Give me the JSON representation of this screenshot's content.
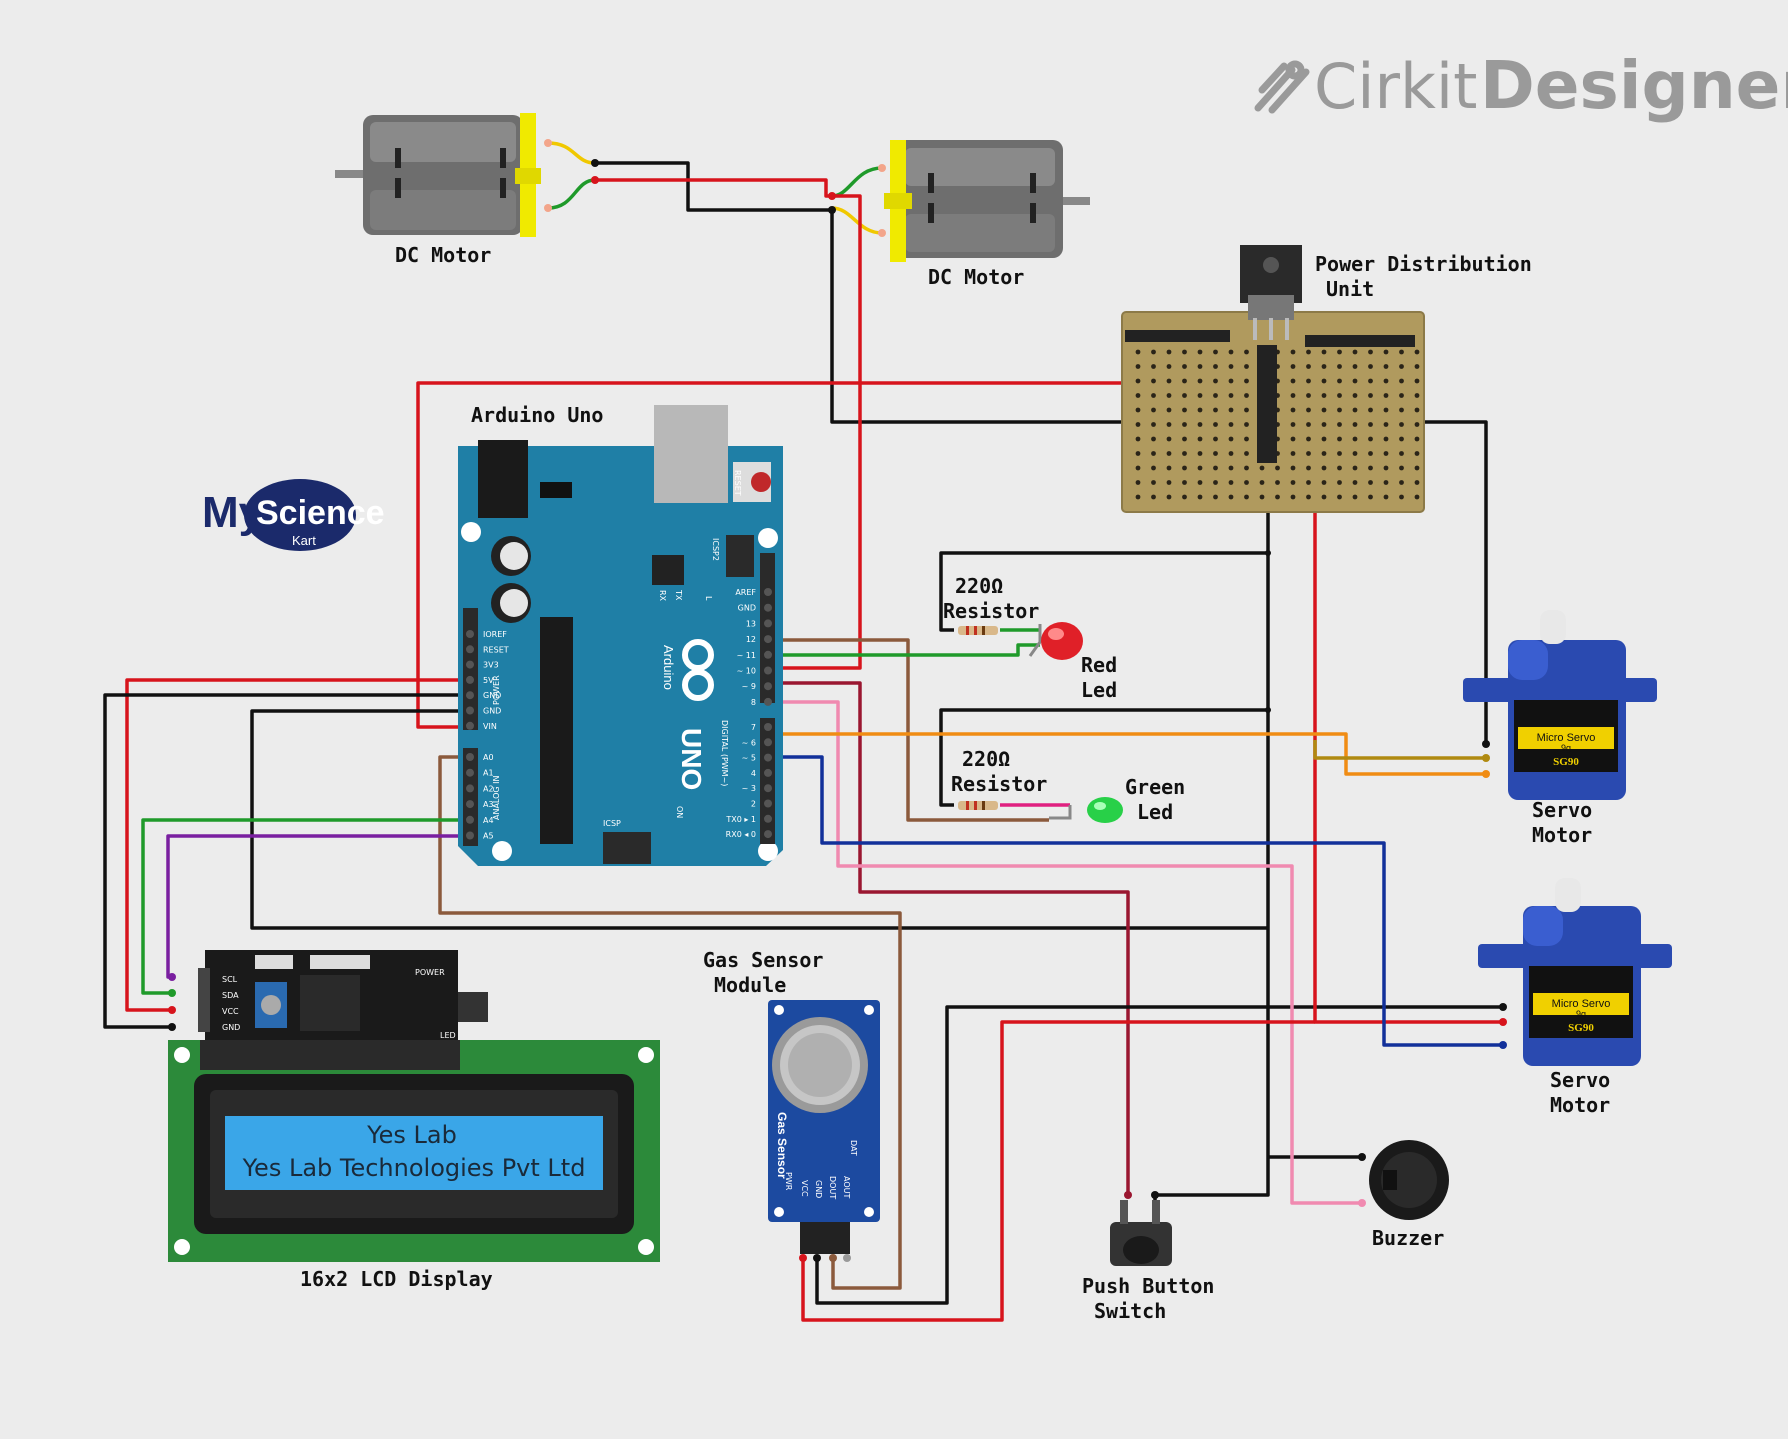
{
  "brand": {
    "prefix": "Cirkit",
    "name": "Designer"
  },
  "logo": {
    "my": "My",
    "science": "Science",
    "kart": "Kart"
  },
  "components": {
    "dc_motor_left": "DC Motor",
    "dc_motor_right": "DC Motor",
    "power_unit": [
      "Power Distribution",
      "Unit"
    ],
    "arduino": "Arduino Uno",
    "resistor_1": [
      "220Ω",
      "Resistor"
    ],
    "red_led": [
      "Red",
      "Led"
    ],
    "resistor_2": [
      "220Ω",
      "Resistor"
    ],
    "green_led": [
      "Green",
      "Led"
    ],
    "servo_1": [
      "Servo",
      "Motor"
    ],
    "servo_2": [
      "Servo",
      "Motor"
    ],
    "gas_sensor": [
      "Gas Sensor",
      "Module"
    ],
    "lcd": "16x2 LCD Display",
    "push_button": [
      "Push Button",
      "Switch"
    ],
    "buzzer": "Buzzer"
  },
  "lcd_screen": {
    "line1": "Yes Lab",
    "line2": "Yes Lab Technologies Pvt Ltd"
  },
  "servo_face": {
    "model": "Micro Servo",
    "weight": "9g",
    "code": "SG90"
  },
  "arduino_board": {
    "reset": "RESET",
    "icsp2": "ICSP2",
    "icsp": "ICSP",
    "brand": "Arduino",
    "uno": "UNO",
    "on": "ON",
    "tx": "TX",
    "rx": "RX",
    "l": "L",
    "power_header": "POWER",
    "analog_header": "ANALOG IN",
    "digital_header": "DIGITAL (PWM~)",
    "power_pins": [
      "IOREF",
      "RESET",
      "3V3",
      "5V",
      "GND",
      "GND",
      "VIN"
    ],
    "analog_pins": [
      "A0",
      "A1",
      "A2",
      "A3",
      "A4",
      "A5"
    ],
    "digital_pins_top": [
      "AREF",
      "GND",
      "13",
      "12",
      "~ 11",
      "~ 10",
      "~ 9",
      "8"
    ],
    "digital_pins_bottom": [
      "7",
      "~ 6",
      "~ 5",
      "4",
      "~ 3",
      "2",
      "TX0 ▸ 1",
      "RX0 ◂ 0"
    ]
  },
  "i2c_module": {
    "pins": [
      "SCL",
      "SDA",
      "VCC",
      "GND"
    ],
    "power": "POWER",
    "led": "LED"
  },
  "gas_board": {
    "title": "Gas Sensor",
    "pins": [
      "VCC",
      "GND",
      "DOUT",
      "AOUT"
    ],
    "pwr": "PWR",
    "dat": "DAT"
  },
  "colors": {
    "background": "#ececec",
    "arduino_blue": "#1f7fa6",
    "wire_red": "#d7141c",
    "wire_black": "#111111",
    "wire_green": "#1f9a2a",
    "wire_brown": "#8b5a3c",
    "wire_orange": "#f08c14",
    "wire_pink": "#f08ab0",
    "wire_blue": "#12309a",
    "wire_purple": "#7a1fa0",
    "wire_olive": "#b08a10",
    "wire_maroon": "#9a1630",
    "lcd_backlight": "#3aa6e8",
    "pcb_green": "#2c8a3a"
  }
}
